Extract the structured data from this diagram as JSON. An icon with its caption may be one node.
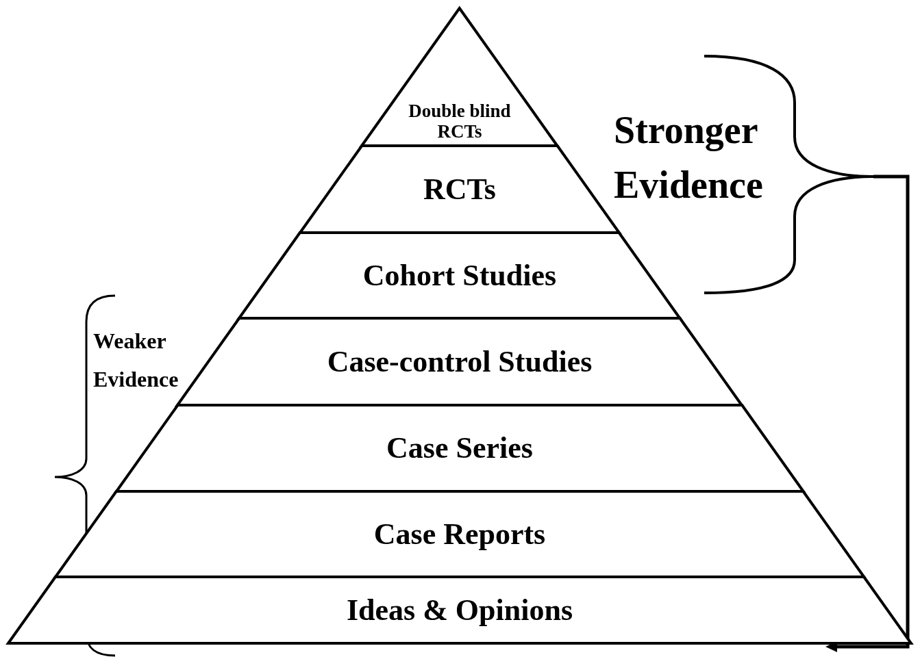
{
  "diagram": {
    "nodes": [
      {
        "text": [
          "Double blind RCTs"
        ]
      },
      {
        "text": [
          "RCTs"
        ]
      },
      {
        "text": [
          "Cohort Studies"
        ]
      },
      {
        "text": [
          "Case-control Studies"
        ]
      },
      {
        "text": [
          "Case Series"
        ]
      },
      {
        "text": [
          "Case Reports"
        ]
      },
      {
        "text": [
          "Ideas & Opinions"
        ]
      }
    ],
    "labels": [
      "Stronger Evidence",
      "Weaker Evidence"
    ]
  }
}
